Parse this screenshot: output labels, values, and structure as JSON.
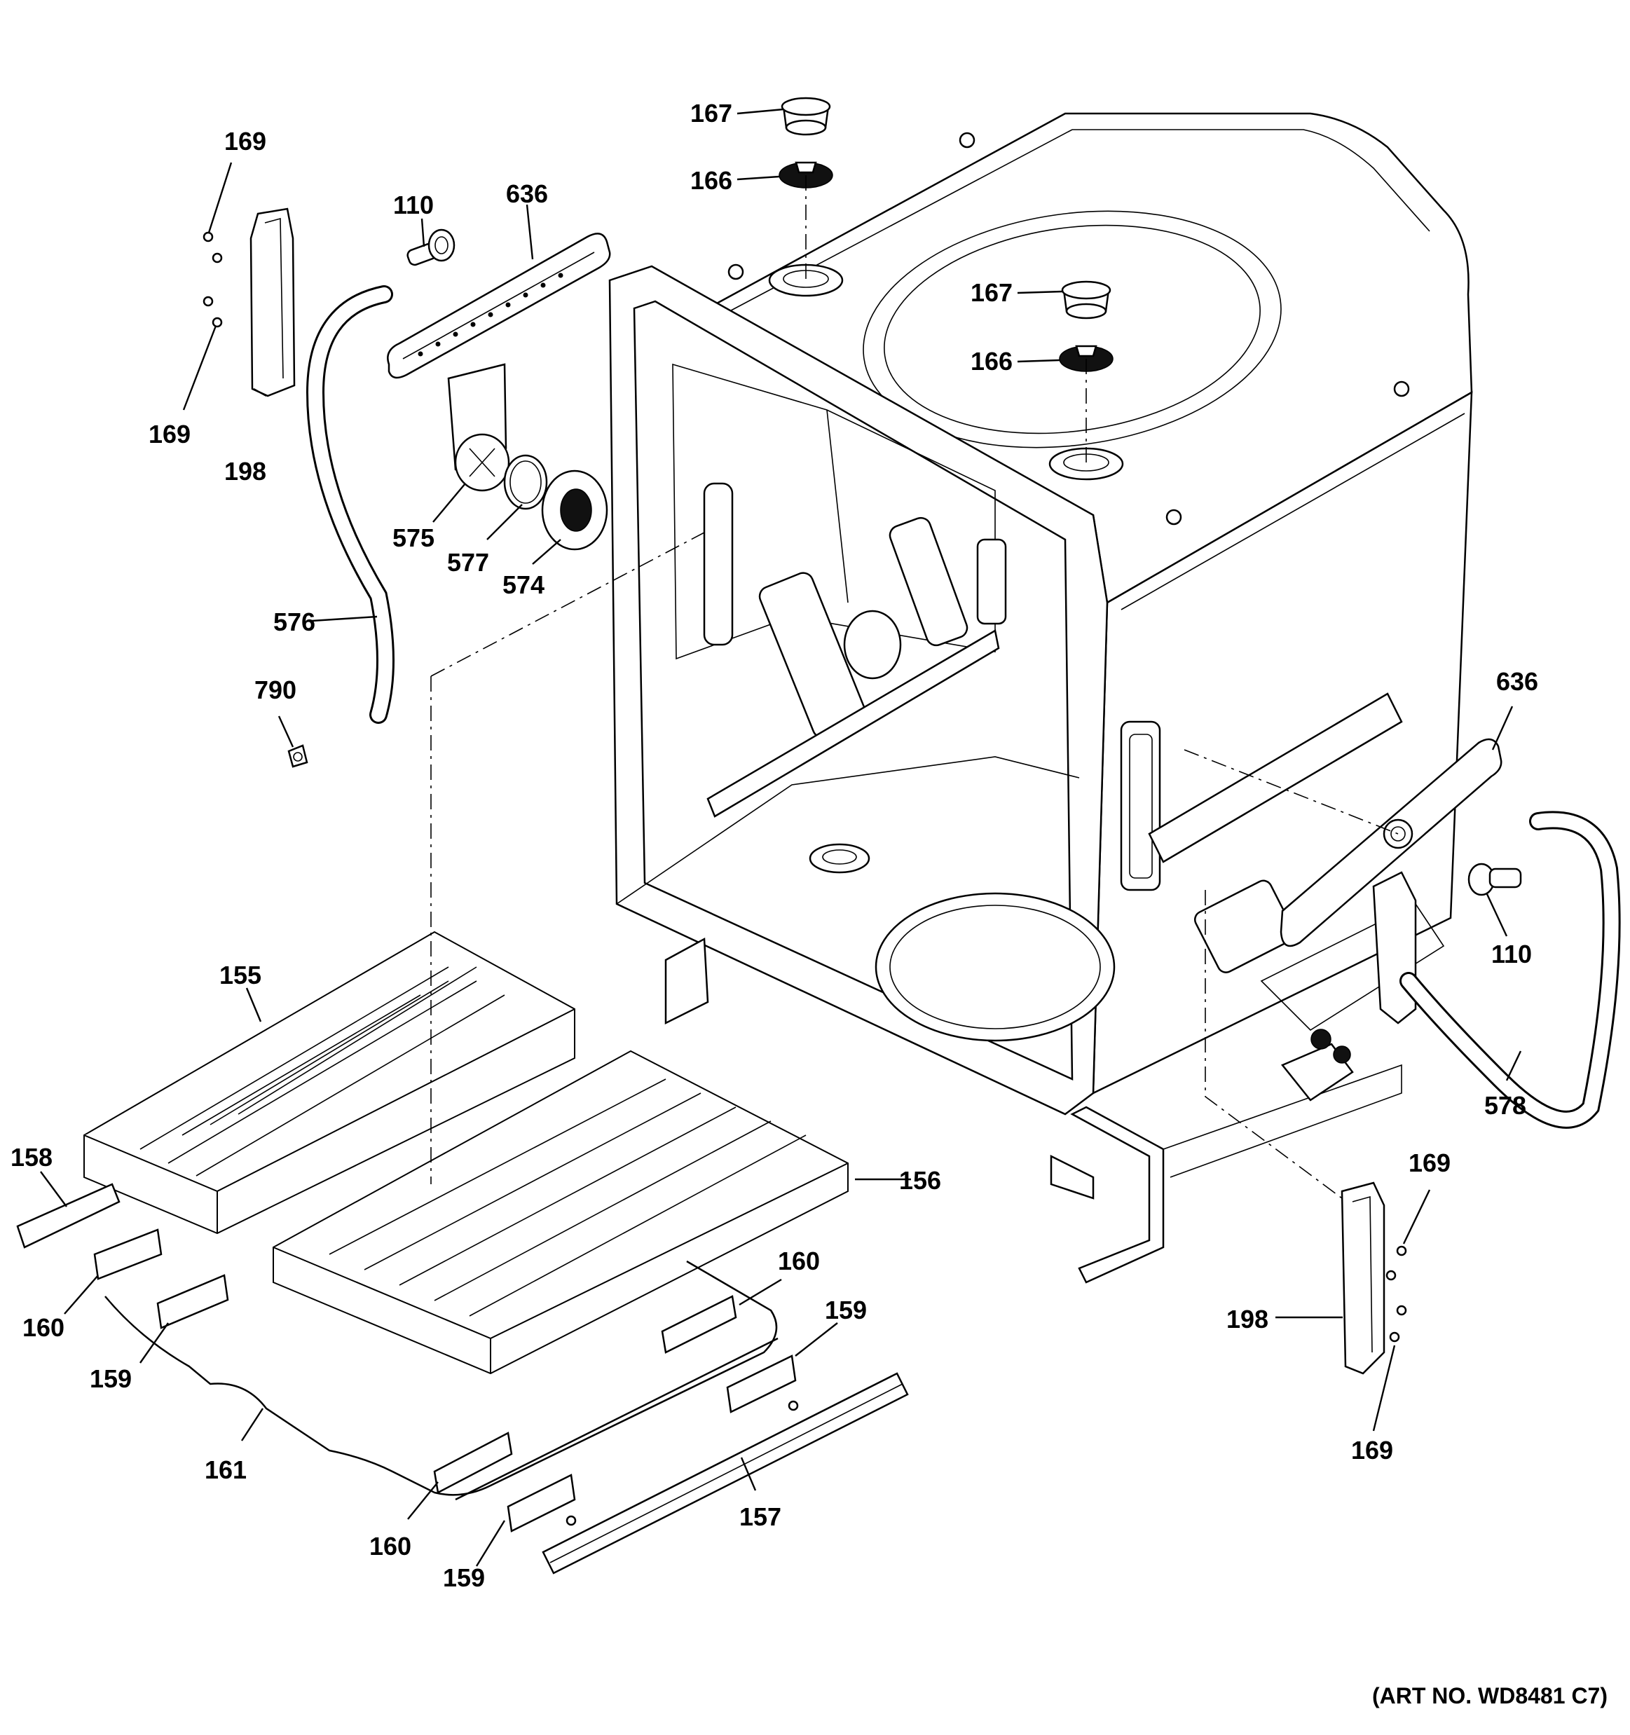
{
  "art_number": "(ART NO. WD8481 C7)",
  "labels": [
    {
      "id": "p167a",
      "text": "167"
    },
    {
      "id": "p166a",
      "text": "166"
    },
    {
      "id": "p167b",
      "text": "167"
    },
    {
      "id": "p166b",
      "text": "166"
    },
    {
      "id": "p169a",
      "text": "169"
    },
    {
      "id": "p169b",
      "text": "169"
    },
    {
      "id": "p198a",
      "text": "198"
    },
    {
      "id": "p110a",
      "text": "110"
    },
    {
      "id": "p636a",
      "text": "636"
    },
    {
      "id": "p575",
      "text": "575"
    },
    {
      "id": "p577",
      "text": "577"
    },
    {
      "id": "p574",
      "text": "574"
    },
    {
      "id": "p576",
      "text": "576"
    },
    {
      "id": "p790",
      "text": "790"
    },
    {
      "id": "p636b",
      "text": "636"
    },
    {
      "id": "p110b",
      "text": "110"
    },
    {
      "id": "p578",
      "text": "578"
    },
    {
      "id": "p155",
      "text": "155"
    },
    {
      "id": "p158",
      "text": "158"
    },
    {
      "id": "p156",
      "text": "156"
    },
    {
      "id": "p160a",
      "text": "160"
    },
    {
      "id": "p159a",
      "text": "159"
    },
    {
      "id": "p160b",
      "text": "160"
    },
    {
      "id": "p159b",
      "text": "159"
    },
    {
      "id": "p161",
      "text": "161"
    },
    {
      "id": "p160c",
      "text": "160"
    },
    {
      "id": "p159c",
      "text": "159"
    },
    {
      "id": "p157",
      "text": "157"
    },
    {
      "id": "p169c",
      "text": "169"
    },
    {
      "id": "p198b",
      "text": "198"
    },
    {
      "id": "p169d",
      "text": "169"
    }
  ]
}
